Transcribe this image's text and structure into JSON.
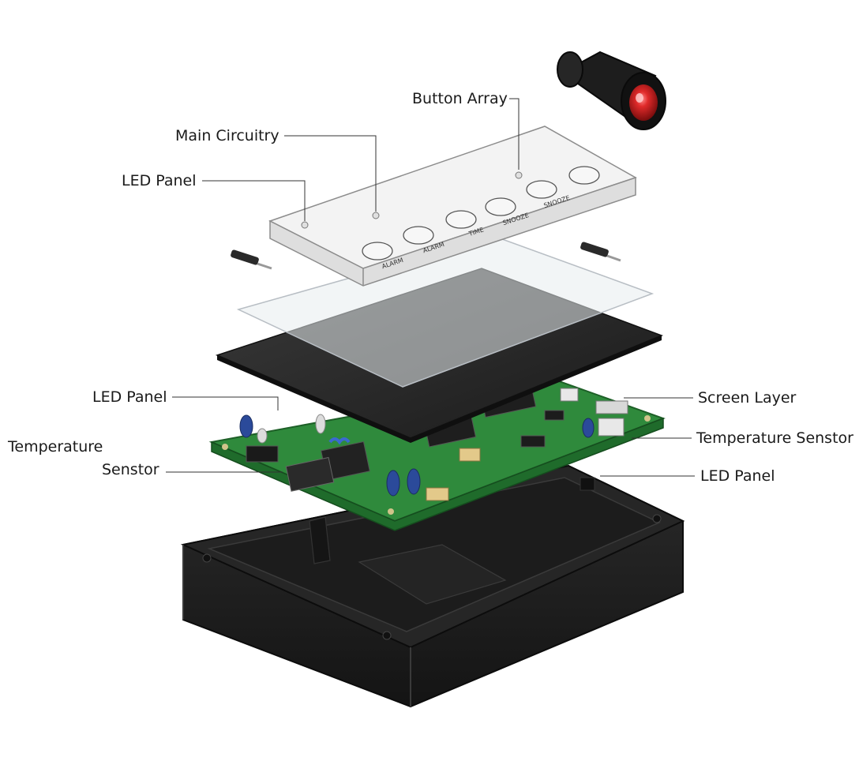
{
  "labels": {
    "button_array": "Button Array",
    "main_circuitry": "Main Circuitry",
    "led_panel_top": "LED Panel",
    "led_panel_mid": "LED Panel",
    "temperature_left_line1": "Temperature",
    "temperature_left_line2": "Senstor",
    "screen_layer": "Screen Layer",
    "temperature_right": "Temperature Senstor",
    "led_panel_bottom": "LED Panel"
  },
  "button_captions": [
    "ALARM",
    "ALARM",
    "TIME",
    "SNOOZE",
    "SNOOZE"
  ],
  "colors": {
    "pcb": "#2f8a3c",
    "enclosure": "#1f1f1f",
    "faceplate": "#f2f2f2",
    "screen": "#2a2a2a",
    "lens": "#d8232a"
  }
}
